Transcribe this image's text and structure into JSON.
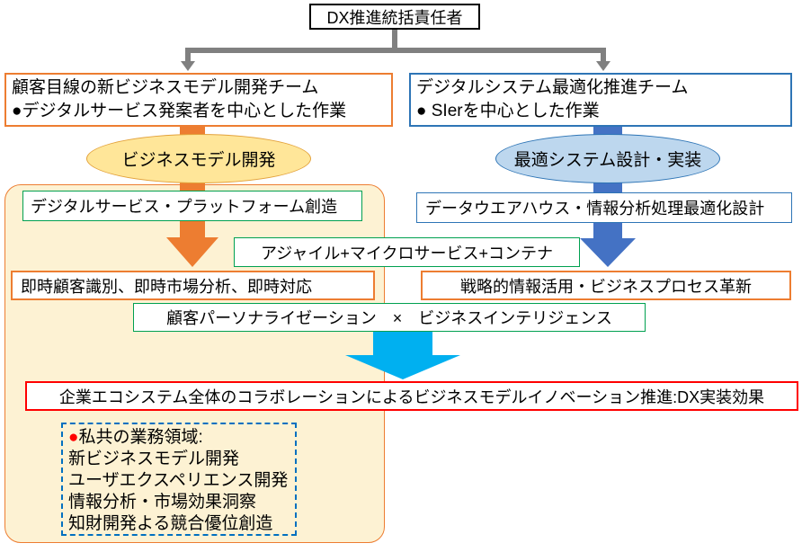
{
  "colors": {
    "orange_accent": "#ED7D31",
    "blue_arrow": "#4472C4",
    "blue_border": "#2E75B6",
    "green_border": "#00A050",
    "cyan_arrow": "#00B0F0",
    "red_accent": "#FF0000",
    "gray_connector": "#808080",
    "panel_fill": "#FDF2D3",
    "ellipse_left_fill": "#FFE699",
    "ellipse_left_border": "#E3A23C",
    "ellipse_right_fill": "#BDD7EE",
    "dashed_border": "#0070C0"
  },
  "diagram": {
    "root": {
      "label": "DX推進統括責任者"
    },
    "left_team": {
      "title": "顧客目線の新ビジネスモデル開発チーム",
      "subtitle": "●デジタルサービス発案者を中心とした作業"
    },
    "right_team": {
      "title": "デジタルシステム最適化推進チーム",
      "subtitle": "● SIerを中心とした作業"
    },
    "left_phase": {
      "label": "ビジネスモデル開発"
    },
    "right_phase": {
      "label": "最適システム設計・実装"
    },
    "left_output": {
      "label": "デジタルサービス・プラットフォーム創造"
    },
    "right_output": {
      "label": "データウエアハウス・情報分析処理最適化設計"
    },
    "tech_stack": {
      "label": "アジャイル+マイクロサービス+コンテナ"
    },
    "left_result": {
      "label": "即時顧客識別、即時市場分析、即時対応"
    },
    "right_result": {
      "label": "戦略的情報活用・ビジネスプロセス革新"
    },
    "synergy": {
      "label": "顧客パーソナライゼーション　×　ビジネスインテリジェンス"
    },
    "outcome": {
      "label": "企業エコシステム全体のコラボレーションによるビジネスモデルイノベーション推進:DX実装効果"
    },
    "scope": {
      "bullet": "●",
      "title": "私共の業務領域:",
      "items": [
        "新ビジネスモデル開発",
        "ユーザエクスペリエンス開発",
        "情報分析・市場効果洞察",
        "知財開発よる競合優位創造"
      ]
    }
  }
}
